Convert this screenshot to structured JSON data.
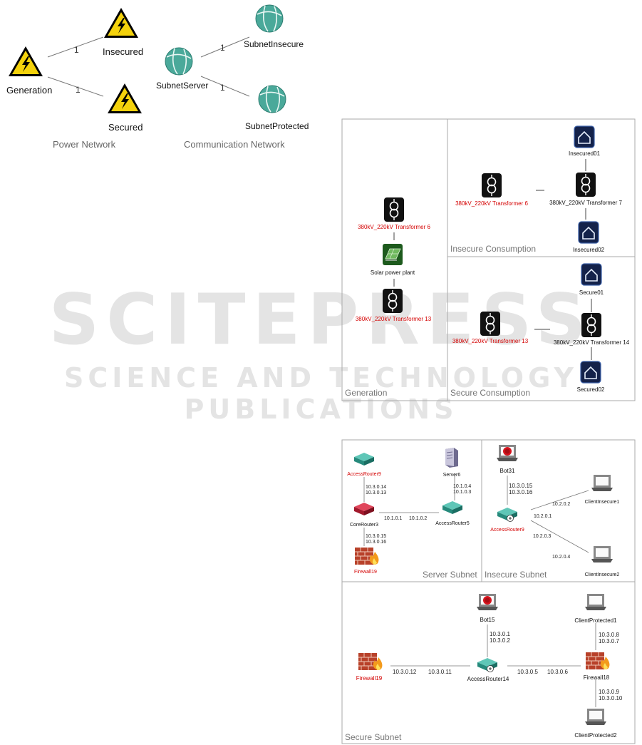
{
  "watermark": {
    "title": "SCITEPRESS",
    "subtitle": "SCIENCE AND TECHNOLOGY PUBLICATIONS"
  },
  "power_network": {
    "caption": "Power Network",
    "nodes": {
      "generation": "Generation",
      "insecured": "Insecured",
      "secured": "Secured"
    },
    "edge_labels": [
      "1",
      "1"
    ]
  },
  "communication_network": {
    "caption": "Communication Network",
    "nodes": {
      "server": "SubnetServer",
      "insecure": "SubnetInsecure",
      "protected": "SubnetProtected"
    },
    "edge_labels": [
      "1",
      "1"
    ]
  },
  "power_detail": {
    "panels": {
      "generation": "Generation",
      "insecure": "Insecure Consumption",
      "secure": "Secure Consumption"
    },
    "nodes": {
      "gen_t6": "380kV_220kV Transformer 6",
      "solar": "Solar power plant",
      "gen_t13": "380kV_220kV Transformer 13",
      "ins_t6": "380kV_220kV Transformer 6",
      "ins_t7": "380kV_220kV Transformer 7",
      "insecured01": "Insecured01",
      "insecured02": "Insecured02",
      "sec_t13": "380kV_220kV Transformer 13",
      "sec_t14": "380kV_220kV Transformer 14",
      "secure01": "Secure01",
      "secured02": "Secured02"
    }
  },
  "comm_detail": {
    "panels": {
      "server": "Server Subnet",
      "insecure": "Insecure Subnet",
      "secure": "Secure Subnet"
    },
    "nodes": {
      "accessrouter9a": "AccessRouter9",
      "server6": "Server6",
      "corerouter3": "CoreRouter3",
      "accessrouter5": "AccessRouter5",
      "firewall19a": "Firewall19",
      "bot31": "Bot31",
      "accessrouter9b": "AccessRouter9",
      "clientinsecure1": "ClientInsecure1",
      "clientinsecure2": "ClientInsecure2",
      "bot15": "Bot15",
      "clientprotected1": "ClientProtected1",
      "firewall19b": "Firewall19",
      "accessrouter14": "AccessRouter14",
      "firewall18": "Firewall18",
      "clientprotected2": "ClientProtected2"
    },
    "ips": {
      "ar9_cr3_a": "10.3.0.14",
      "ar9_cr3_b": "10.3.0.13",
      "s6_ar5_a": "10.1.0.4",
      "s6_ar5_b": "10.1.0.3",
      "cr3_ar5_a": "10.1.0.1",
      "cr3_ar5_b": "10.1.0.2",
      "cr3_fw_a": "10.3.0.15",
      "cr3_fw_b": "10.3.0.16",
      "bot31_a": "10.3.0.15",
      "bot31_b": "10.3.0.16",
      "ci1_a": "10.2.0.2",
      "ci1_b": "10.2.0.1",
      "ci2_a": "10.2.0.3",
      "ci2_b": "10.2.0.4",
      "bot15_a": "10.3.0.1",
      "bot15_b": "10.3.0.2",
      "cp1_a": "10.3.0.8",
      "cp1_b": "10.3.0.7",
      "fw19_ar14_a": "10.3.0.12",
      "fw19_ar14_b": "10.3.0.11",
      "ar14_fw18_a": "10.3.0.5",
      "ar14_fw18_b": "10.3.0.6",
      "cp2_a": "10.3.0.9",
      "cp2_b": "10.3.0.10"
    }
  },
  "colors": {
    "warning_yellow": "#f4d20c",
    "globe_teal": "#4aa99a",
    "label_red": "#d40000",
    "panel_border": "#aaaaaa",
    "panel_caption": "#777777",
    "watermark": "#e4e4e4"
  }
}
